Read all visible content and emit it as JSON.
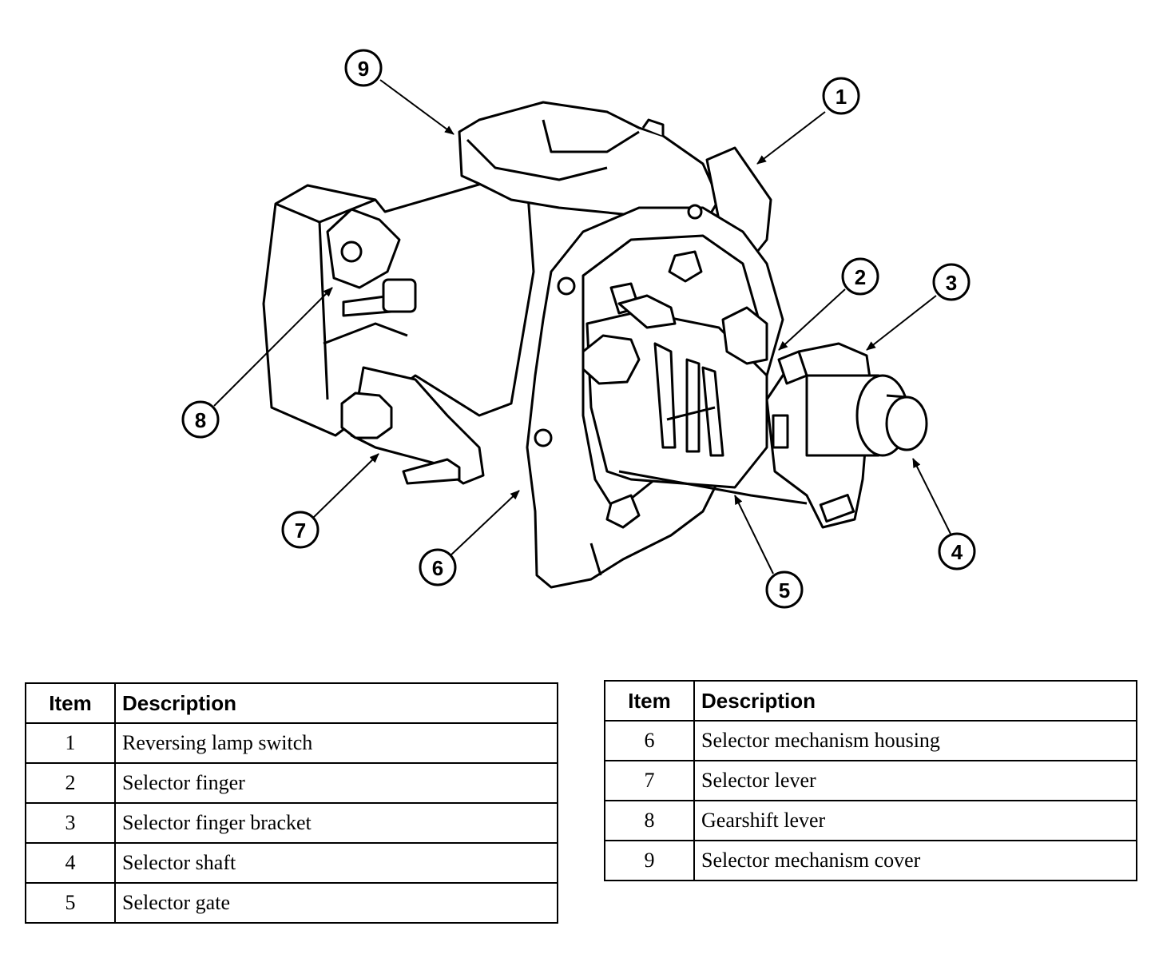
{
  "callouts": [
    "1",
    "2",
    "3",
    "4",
    "5",
    "6",
    "7",
    "8",
    "9"
  ],
  "tables": {
    "left": {
      "header": {
        "item": "Item",
        "description": "Description"
      },
      "rows": [
        {
          "item": "1",
          "description": "Reversing lamp switch"
        },
        {
          "item": "2",
          "description": "Selector finger"
        },
        {
          "item": "3",
          "description": "Selector finger bracket"
        },
        {
          "item": "4",
          "description": "Selector shaft"
        },
        {
          "item": "5",
          "description": "Selector gate"
        }
      ]
    },
    "right": {
      "header": {
        "item": "Item",
        "description": "Description"
      },
      "rows": [
        {
          "item": "6",
          "description": "Selector mechanism housing"
        },
        {
          "item": "7",
          "description": "Selector lever"
        },
        {
          "item": "8",
          "description": "Gearshift lever"
        },
        {
          "item": "9",
          "description": "Selector mechanism cover"
        }
      ]
    }
  }
}
